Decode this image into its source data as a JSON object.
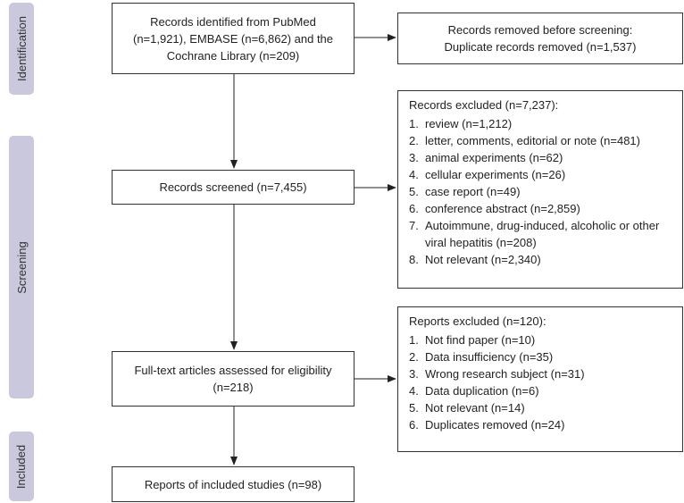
{
  "stages": {
    "identification": "Identification",
    "screening": "Screening",
    "included": "Included"
  },
  "identified": {
    "lines": [
      "Records identified from PubMed",
      "(n=1,921), EMBASE (n=6,862) and the",
      "Cochrane Library (n=209)"
    ]
  },
  "removed": {
    "lines": [
      "Records removed before screening:",
      "Duplicate records removed (n=1,537)"
    ]
  },
  "screened": {
    "text": "Records screened (n=7,455)"
  },
  "records_excluded": {
    "header": "Records excluded (n=7,237):",
    "items": [
      {
        "num": "1.",
        "text": "review (n=1,212)"
      },
      {
        "num": "2.",
        "text": "letter, comments, editorial or note (n=481)"
      },
      {
        "num": "3.",
        "text": "animal experiments (n=62)"
      },
      {
        "num": "4.",
        "text": "cellular experiments (n=26)"
      },
      {
        "num": "5.",
        "text": "case report (n=49)"
      },
      {
        "num": "6.",
        "text": "conference abstract (n=2,859)"
      },
      {
        "num": "7.",
        "text": "Autoimmune, drug-induced, alcoholic or other viral hepatitis (n=208)"
      },
      {
        "num": "8.",
        "text": "Not relevant (n=2,340)"
      }
    ]
  },
  "fulltext": {
    "lines": [
      "Full-text articles assessed for eligibility",
      "(n=218)"
    ]
  },
  "reports_excluded": {
    "header": "Reports excluded (n=120):",
    "items": [
      {
        "num": "1.",
        "text": "Not find paper (n=10)"
      },
      {
        "num": "2.",
        "text": "Data insufficiency (n=35)"
      },
      {
        "num": "3.",
        "text": "Wrong research subject (n=31)"
      },
      {
        "num": "4.",
        "text": "Data duplication (n=6)"
      },
      {
        "num": "5.",
        "text": "Not relevant (n=14)"
      },
      {
        "num": "6.",
        "text": "Duplicates removed (n=24)"
      }
    ]
  },
  "included": {
    "text": "Reports of included studies (n=98)"
  }
}
